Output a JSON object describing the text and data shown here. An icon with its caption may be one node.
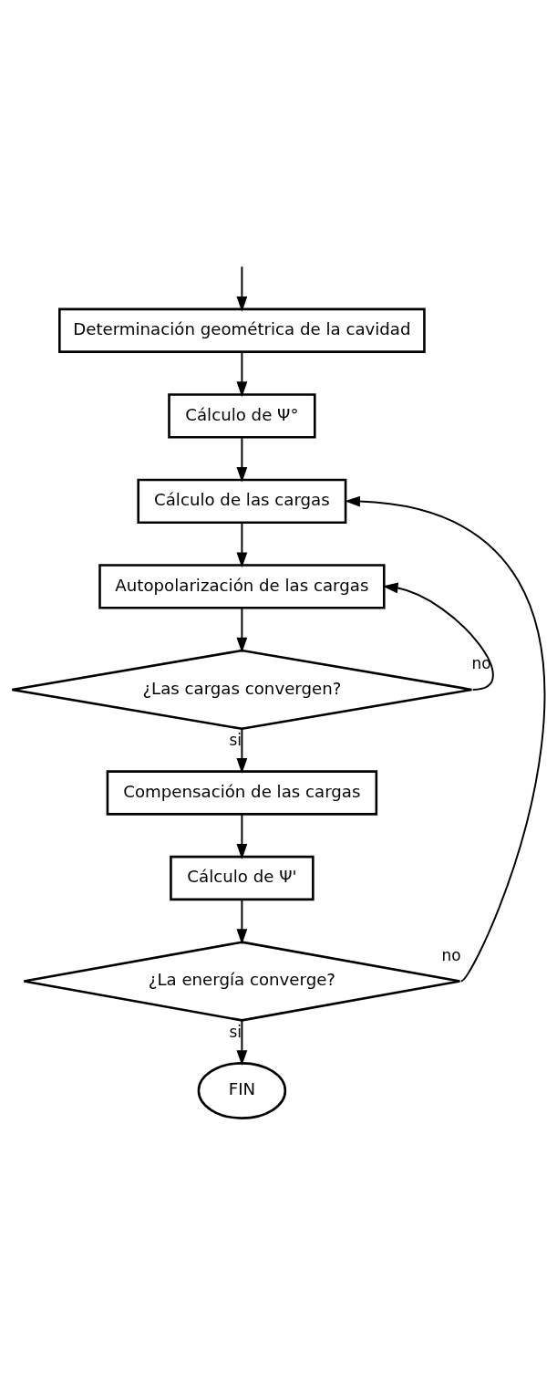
{
  "diagram": {
    "nodes": [
      {
        "text": [
          "Determinación geométrica de la cavidad"
        ]
      },
      {
        "text": [
          "Cálculo de Ψ°"
        ]
      },
      {
        "text": [
          "Cálculo de las cargas"
        ]
      },
      {
        "text": [
          "Autopolarización de las cargas"
        ]
      },
      {
        "text": [
          "¿Las cargas convergen?"
        ]
      },
      {
        "text": [
          "Compensación de las cargas"
        ]
      },
      {
        "text": [
          "Cálculo de Ψ'"
        ]
      },
      {
        "text": [
          "¿La energía converge?"
        ]
      },
      {
        "text": [
          "FIN"
        ]
      }
    ],
    "edges": [
      {
        "from": null,
        "to": 0,
        "arrow": "to"
      },
      {
        "from": 0,
        "to": 1,
        "arrow": "to"
      },
      {
        "from": 1,
        "to": 2,
        "arrow": "to"
      },
      {
        "from": 2,
        "to": 3,
        "arrow": "to"
      },
      {
        "from": 3,
        "to": 4,
        "arrow": "to"
      },
      {
        "from": 4,
        "to": 3,
        "arrow": "to",
        "label": "no"
      },
      {
        "from": 4,
        "to": 5,
        "arrow": "to",
        "label": "si"
      },
      {
        "from": 5,
        "to": 6,
        "arrow": "to"
      },
      {
        "from": 6,
        "to": 7,
        "arrow": "to"
      },
      {
        "from": 7,
        "to": 2,
        "arrow": "to",
        "label": "no"
      },
      {
        "from": 7,
        "to": 8,
        "arrow": "to",
        "label": "si"
      }
    ]
  }
}
